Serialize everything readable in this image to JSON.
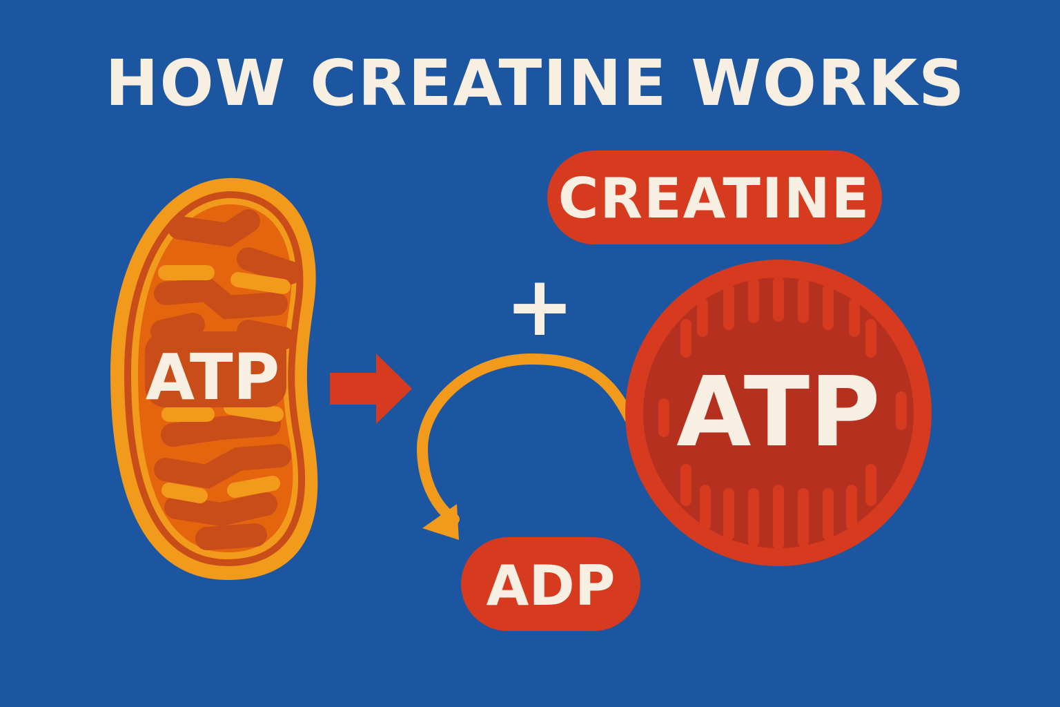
{
  "title": "HOW CREATINE WORKS",
  "mitochondrion": {
    "label": "ATP"
  },
  "creatine_pill": {
    "label": "CREATINE"
  },
  "plus_sign": {
    "label": "+"
  },
  "atp_circle": {
    "label": "ATP"
  },
  "adp_pill": {
    "label": "ADP"
  },
  "colors": {
    "background": "#1c56a0",
    "text": "#f6efe2",
    "red": "#d63a1f",
    "dark_red": "#b5301f",
    "orange": "#f29a1c",
    "deep_orange": "#e5650f",
    "rust": "#c84d18"
  }
}
